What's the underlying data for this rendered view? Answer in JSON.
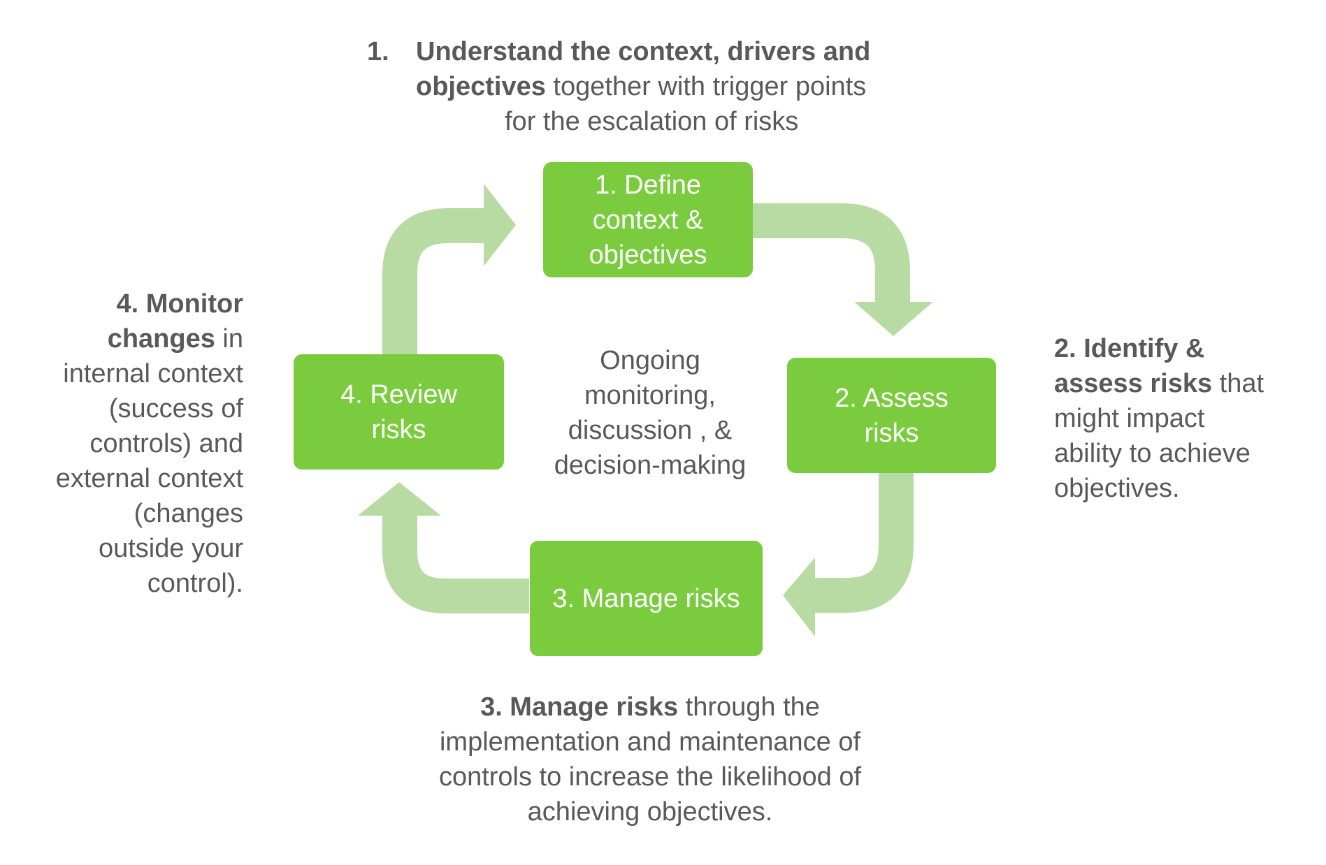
{
  "colors": {
    "box": "#7acc3e",
    "arrow": "#b8dba3",
    "text": "#595959"
  },
  "boxes": {
    "define": "1. Define\ncontext &\nobjectives",
    "assess": "2. Assess\nrisks",
    "manage": "3. Manage risks",
    "review": "4. Review\nrisks"
  },
  "center": "Ongoing\nmonitoring,\ndiscussion , &\ndecision-making",
  "annotations": {
    "step1": {
      "number": "1.",
      "bold_line1": "Understand the context, drivers and",
      "bold_line2": "objectives",
      "rest_line2": " together with trigger points",
      "line3": "for the escalation of risks"
    },
    "step2": {
      "bold_line1": "2. Identify &",
      "bold_line2": "assess risks",
      "rest_line2": " that",
      "line3": "might impact",
      "line4": "ability to achieve",
      "line5": "objectives."
    },
    "step3": {
      "bold": "3. Manage risks",
      "rest_line1": " through the",
      "line2": "implementation and  maintenance of",
      "line3": "controls to increase the likelihood of",
      "line4": "achieving objectives."
    },
    "step4": {
      "bold_line1": "4. Monitor",
      "bold_line2": "changes",
      "rest_line2": " in",
      "line3": "internal context",
      "line4": "(success of",
      "line5": "controls) and",
      "line6": "external context",
      "line7": "(changes",
      "line8": "outside your",
      "line9": "control)."
    }
  }
}
